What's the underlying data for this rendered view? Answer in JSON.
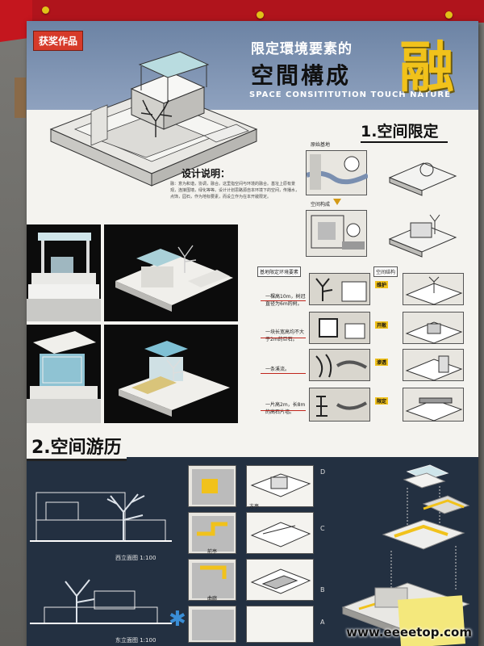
{
  "poster": {
    "award_badge": "获奖作品",
    "title_line1": "限定環境要素的",
    "title_line2": "空間構成",
    "title_big": "融",
    "title_en": "SPACE CONSITITUTION TOUCH NATURE",
    "section1": "1.空间限定",
    "section2": "2.空间游历",
    "design_title": "设计说明：",
    "design_text": "融：意为和谐，协调，融合。这里指空间与环境的融合。基址上原有景观，连接围墙，绿化等等。设计计划思路源自本环境下的空间，传播水，点饰，园石，作为地标要素，而设立作为在本开敞限定。"
  },
  "right_panel": {
    "site_label": "原始基地",
    "structure_label": "空间构成",
    "env_elements_label": "基地限定环境要素",
    "space_structure_label": "空间结构",
    "rows": [
      {
        "text": "一棵高10m，树冠直径为6m的树。",
        "tag": "维护"
      },
      {
        "text": "一块长宽高均不大于2m的巨石。",
        "tag": "开敞"
      },
      {
        "text": "一条溪流。",
        "tag": "渗透"
      },
      {
        "text": "一片高2m，长8m的高石片墙。",
        "tag": "限定"
      }
    ]
  },
  "bottom": {
    "elev_west": "西立面图 1:100",
    "elev_east": "东立面图 1:100",
    "plan_labels": [
      "方亭",
      "前亭",
      "曲廊"
    ],
    "level_letters": [
      "D",
      "C",
      "B",
      "A"
    ]
  },
  "watermark": "www.eeeetop.com",
  "colors": {
    "header_blue": "#7a8fb0",
    "accent_yellow": "#f1c21b",
    "award_red": "#d63a2a",
    "bottom_navy": "#233041"
  }
}
